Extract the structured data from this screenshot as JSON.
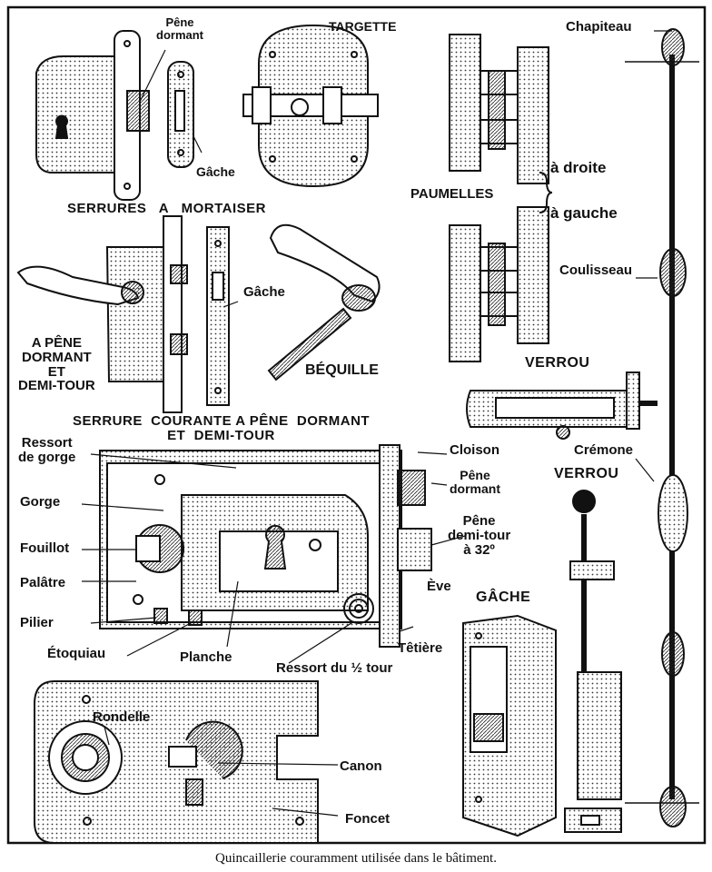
{
  "labels": {
    "pene_dormant_top": "Pêne\ndormant",
    "targette": "TARGETTE",
    "chapiteau": "Chapiteau",
    "gache_top": "Gâche",
    "a_droite": "à droite",
    "paumelles": "PAUMELLES",
    "a_gauche": "à gauche",
    "serrures_a_mortaiser": "SERRURES   A   MORTAISER",
    "gache_mid": "Gâche",
    "coulisseau": "Coulisseau",
    "a_pene_dormant": "A PÊNE\nDORMANT\nET\nDEMI-TOUR",
    "bequille": "BÉQUILLE",
    "verrou_1": "VERROU",
    "serrure_courante": "SERRURE  COURANTE A PÊNE  DORMANT\nET  DEMI-TOUR",
    "ressort_de_gorge": "Ressort\nde gorge",
    "cloison": "Cloison",
    "crémone": "Crémone",
    "pene_dormant_lock": "Pêne\ndormant",
    "verrou_2": "VERROU",
    "gorge": "Gorge",
    "fouillot": "Fouillot",
    "pene_demi_tour": "Pêne\ndemi-tour\nà 32º",
    "palatre": "Palâtre",
    "eve": "Ève",
    "gache_big": "GÂCHE",
    "pilier": "Pilier",
    "etoquiau": "Étoquiau",
    "planche": "Planche",
    "tetiere": "Têtière",
    "ressort_demi_tour": "Ressort du ½ tour",
    "rondelle": "Rondelle",
    "canon": "Canon",
    "foncet": "Foncet"
  },
  "caption": "Quincaillerie couramment utilisée dans le bâtiment."
}
